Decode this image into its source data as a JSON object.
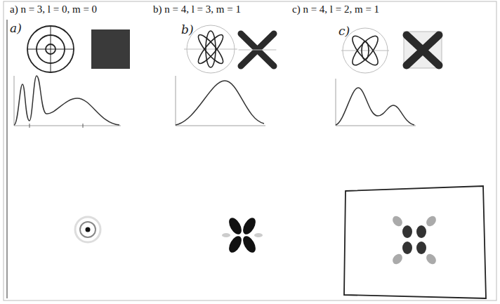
{
  "diagram": {
    "labels": [
      "a) n = 3, l = 0, m = 0",
      "b) n = 4, l = 3, m = 1",
      "c) n = 4, l = 2, m = 1",
      "a)",
      "b)",
      "c)"
    ]
  }
}
